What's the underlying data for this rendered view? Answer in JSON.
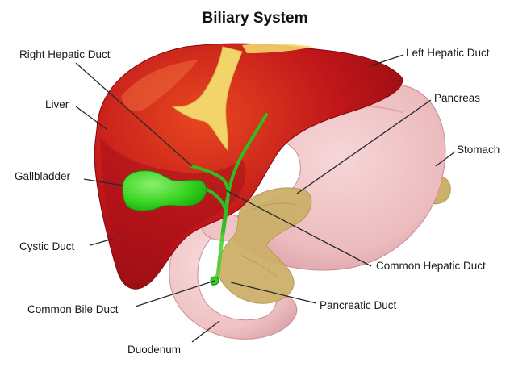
{
  "title": "Biliary System",
  "labels": {
    "right_hepatic_duct": "Right Hepatic Duct",
    "left_hepatic_duct": "Left Hepatic Duct",
    "liver": "Liver",
    "pancreas": "Pancreas",
    "stomach": "Stomach",
    "gallbladder": "Gallbladder",
    "cystic_duct": "Cystic Duct",
    "common_hepatic_duct": "Common Hepatic Duct",
    "common_bile_duct": "Common Bile Duct",
    "pancreatic_duct": "Pancreatic Duct",
    "duodenum": "Duodenum"
  },
  "colors": {
    "liver": "#c0161a",
    "liver_shadow": "#8f0c10",
    "liver_highlight": "#e4461f",
    "stomach": "#ecbcbf",
    "stomach_shadow": "#d99da3",
    "duodenum": "#f0c4c6",
    "pancreas": "#cdb06a",
    "gallbladder": "#34d11e",
    "ligament": "#f3d46b",
    "leader": "#2a2a2a"
  }
}
